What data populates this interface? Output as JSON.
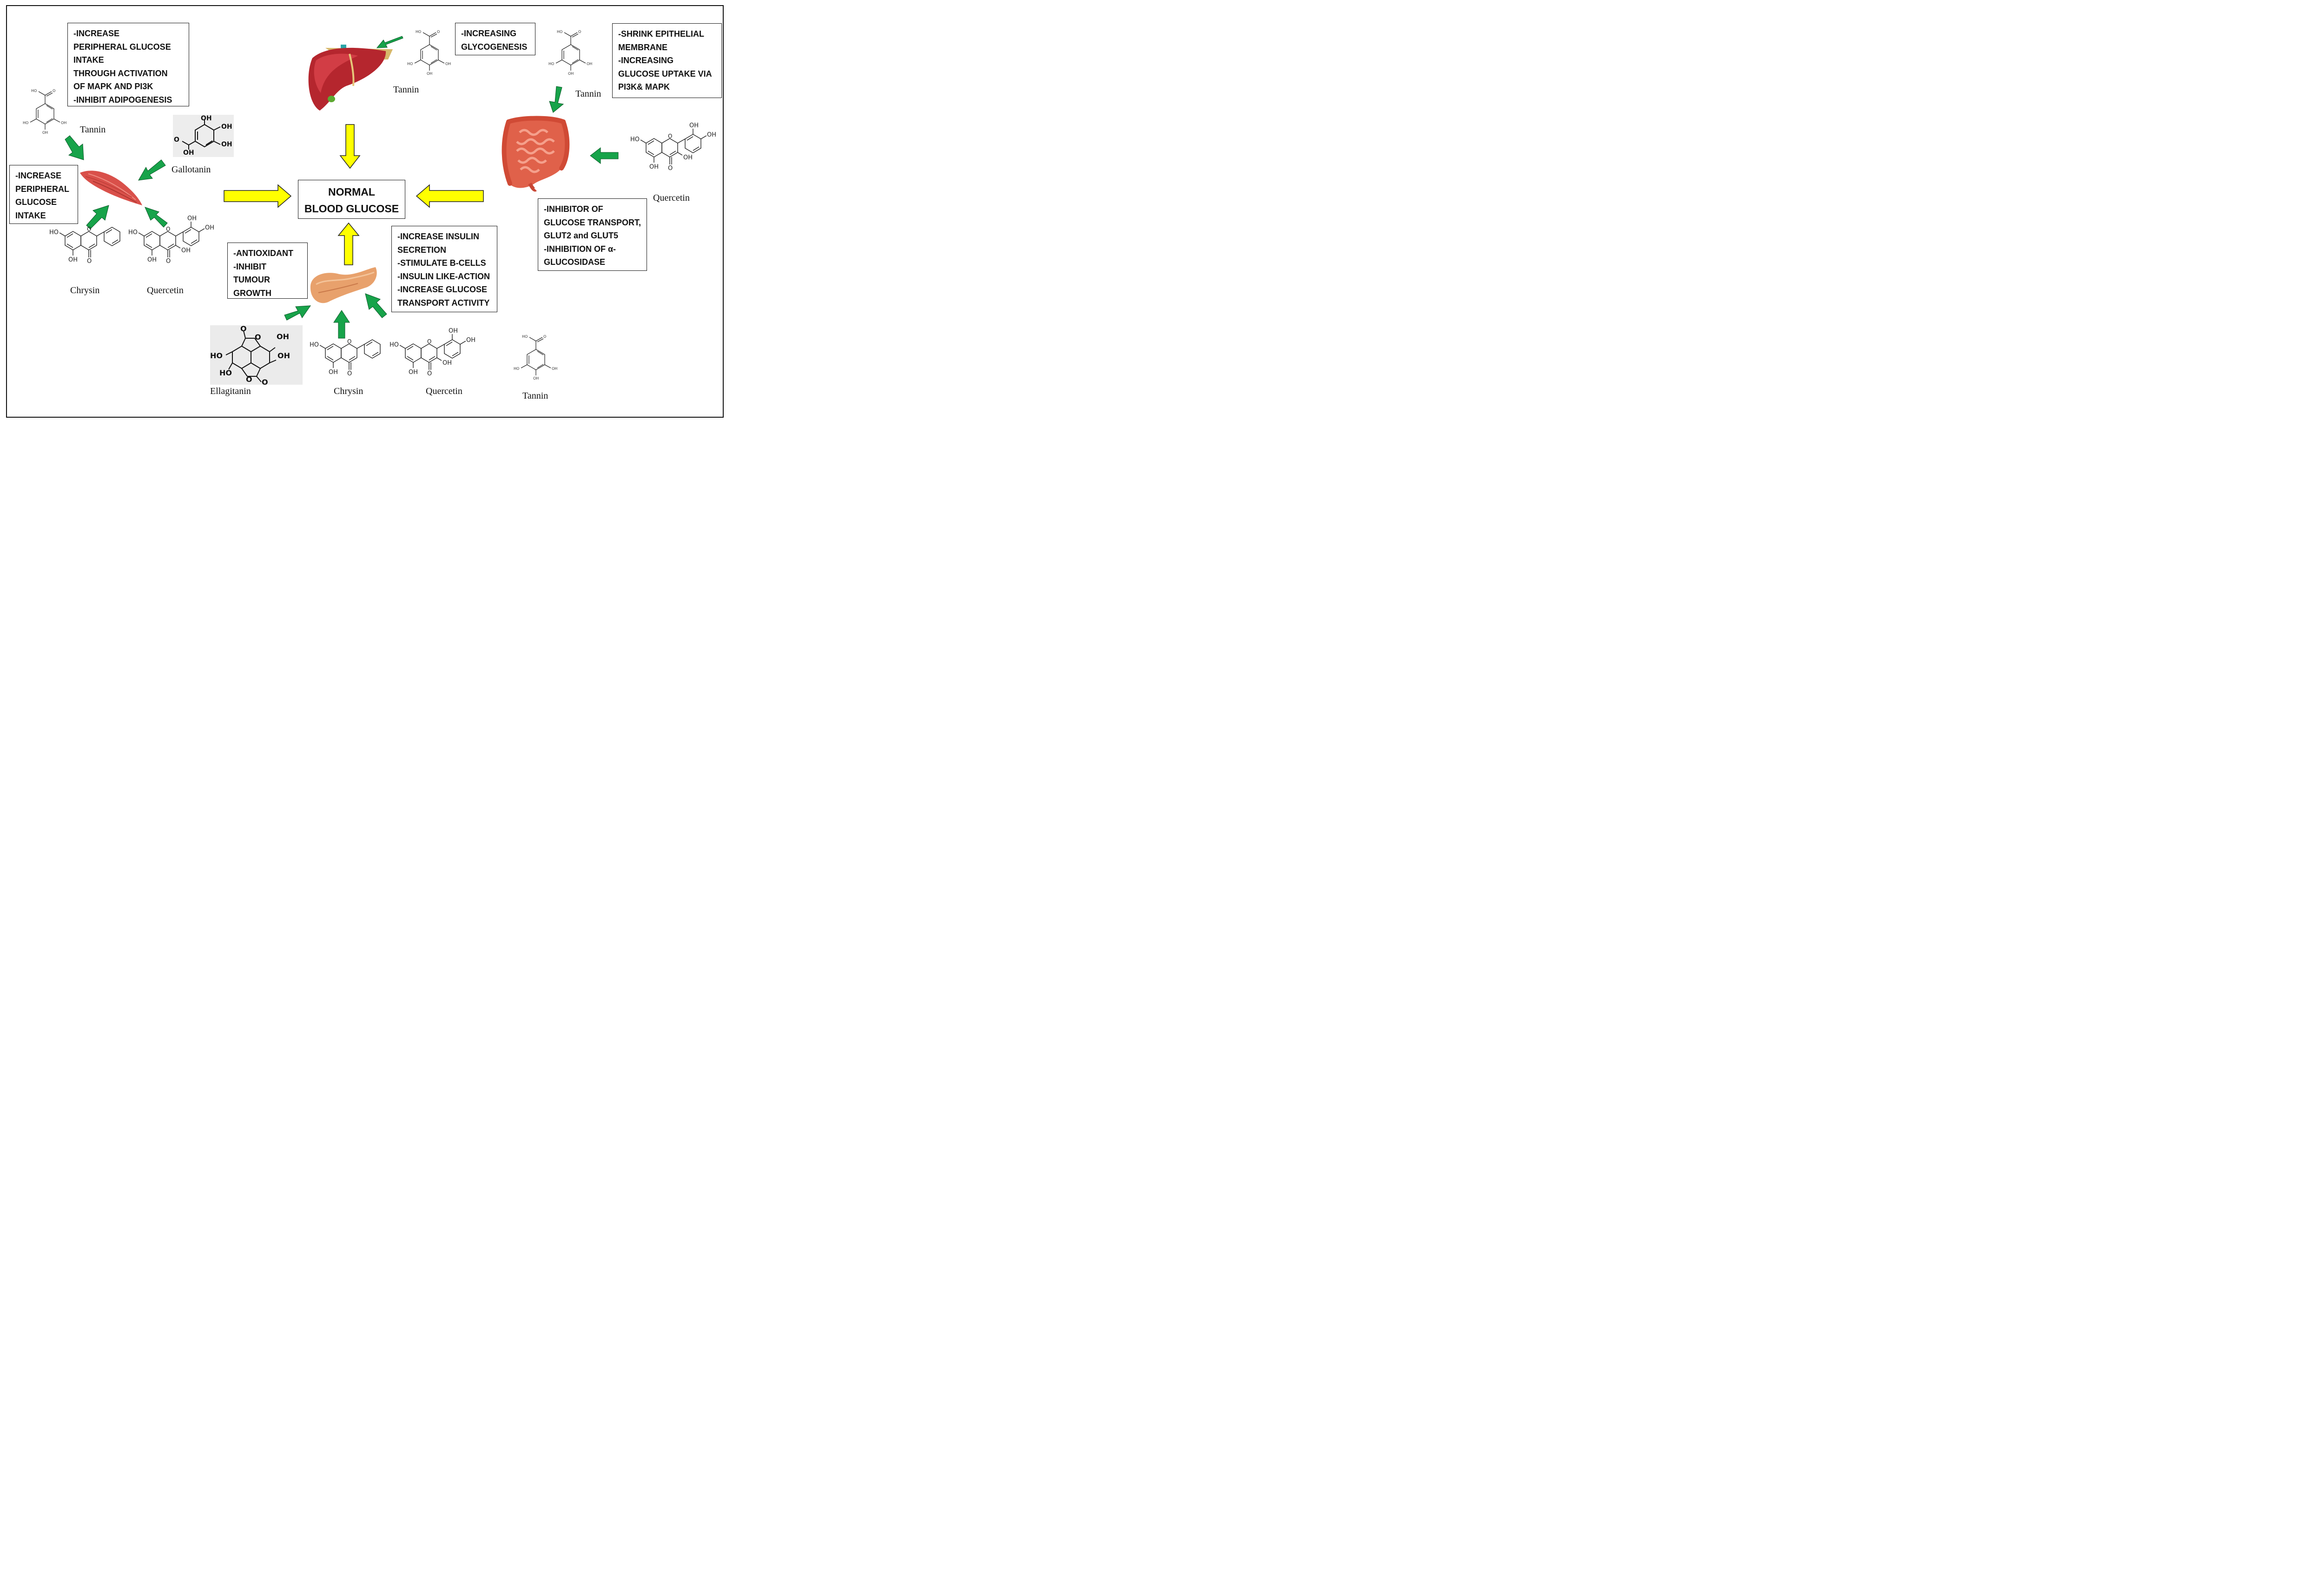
{
  "center": {
    "lines": [
      "NORMAL",
      "BLOOD GLUCOSE"
    ]
  },
  "boxes": {
    "muscle_top": [
      "-INCREASE",
      "PERIPHERAL GLUCOSE",
      "INTAKE",
      "THROUGH ACTIVATION",
      "OF MAPK AND PI3K",
      "-INHIBIT ADIPOGENESIS"
    ],
    "muscle_side": [
      "-INCREASE",
      "PERIPHERAL",
      "GLUCOSE",
      "INTAKE"
    ],
    "liver": [
      "-INCREASING",
      "GLYCOGENESIS"
    ],
    "intestine_top": [
      "-SHRINK EPITHELIAL",
      "MEMBRANE",
      "-INCREASING",
      "GLUCOSE UPTAKE VIA",
      "PI3K& MAPK"
    ],
    "intestine_bottom": [
      "-INHIBITOR OF",
      "GLUCOSE TRANSPORT,",
      "GLUT2 and GLUT5",
      "-INHIBITION OF α-",
      "GLUCOSIDASE"
    ],
    "pancreas_left": [
      "-ANTIOXIDANT",
      "-INHIBIT",
      "TUMOUR",
      "GROWTH"
    ],
    "pancreas_right": [
      "-INCREASE INSULIN",
      "SECRETION",
      "-STIMULATE B-CELLS",
      "-INSULIN LIKE-ACTION",
      "-INCREASE GLUCOSE",
      "TRANSPORT ACTIVITY"
    ]
  },
  "compounds": {
    "tannin_left": "Tannin",
    "gallotanin": "Gallotanin",
    "chrysin_left": "Chrysin",
    "quercetin_left": "Quercetin",
    "tannin_liver": "Tannin",
    "tannin_intestine": "Tannin",
    "quercetin_intestine": "Quercetin",
    "ellagitanin": "Ellagitanin",
    "chrysin_bottom": "Chrysin",
    "quercetin_bottom": "Quercetin",
    "tannin_bottom": "Tannin"
  },
  "colors": {
    "green_arrow": "#17a34a",
    "yellow_arrow": "#ffff00",
    "liver": "#b5262e",
    "intestine": "#e0614a",
    "pancreas": "#e8a16c",
    "muscle": "#d9504a"
  },
  "icons": [
    "liver-icon",
    "muscle-icon",
    "intestine-icon",
    "pancreas-icon",
    "gallic-acid-structure-icon",
    "flavone-structure-icon",
    "ellagic-acid-structure-icon"
  ]
}
